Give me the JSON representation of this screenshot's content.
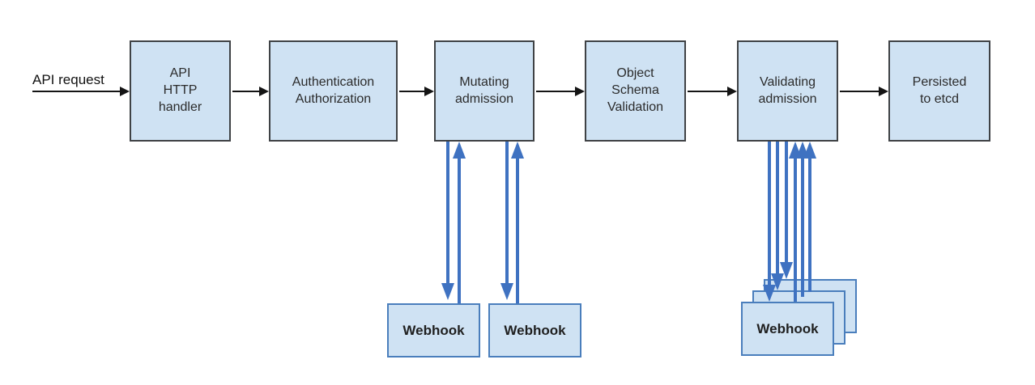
{
  "colors": {
    "box_fill": "#cfe2f3",
    "box_border": "#3f4245",
    "webhook_border": "#4a7ebc",
    "arrow_blue": "#3f72c1",
    "arrow_black": "#141414",
    "text": "#2b2b2b",
    "background": "#ffffff"
  },
  "diagram": {
    "request_label": "API request",
    "nodes": {
      "api_http_handler": "API\nHTTP\nhandler",
      "authentication_authorization": "Authentication\nAuthorization",
      "mutating_admission": "Mutating\nadmission",
      "object_schema_validation": "Object\nSchema\nValidation",
      "validating_admission": "Validating\nadmission",
      "persisted_to_etcd": "Persisted\nto etcd"
    },
    "webhooks": {
      "mutating": [
        "Webhook",
        "Webhook"
      ],
      "validating": [
        "Webhook",
        "Webhook",
        "Webhook"
      ]
    },
    "edges": [
      "API request -> API HTTP handler",
      "API HTTP handler -> Authentication Authorization",
      "Authentication Authorization -> Mutating admission",
      "Mutating admission <-> Webhook (x2)",
      "Mutating admission -> Object Schema Validation",
      "Object Schema Validation -> Validating admission",
      "Validating admission <-> Webhook (x3 stacked)",
      "Validating admission -> Persisted to etcd"
    ]
  }
}
